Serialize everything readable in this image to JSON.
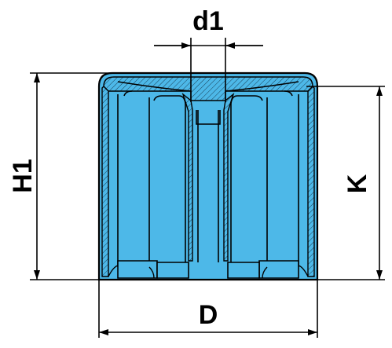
{
  "dimensions": {
    "d1": "d1",
    "h1": "H1",
    "k": "K",
    "d": "D"
  },
  "colors": {
    "body_fill": "#4db8e8",
    "outline": "#000000",
    "background": "#ffffff"
  }
}
